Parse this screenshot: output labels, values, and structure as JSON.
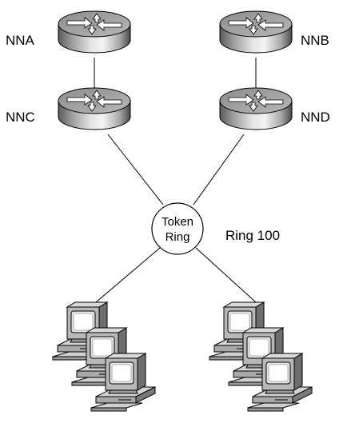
{
  "routers": {
    "nna": {
      "label": "NNA"
    },
    "nnb": {
      "label": "NNB"
    },
    "nnc": {
      "label": "NNC"
    },
    "nnd": {
      "label": "NND"
    }
  },
  "token_ring": {
    "line1": "Token",
    "line2": "Ring",
    "name": "Ring 100"
  },
  "icons": {
    "router": "router-icon",
    "token_ring": "token-ring-icon",
    "workstation": "workstation-icon"
  }
}
